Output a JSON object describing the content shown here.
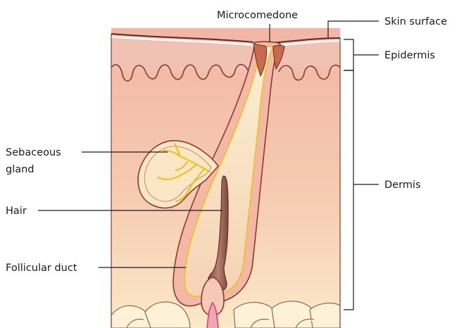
{
  "labels": {
    "microcomedone": "Microcomedone",
    "skin_surface": "Skin surface",
    "epidermis": "Epidermis",
    "dermis": "Dermis",
    "sebaceous_line1": "Sebaceous",
    "sebaceous_line2": "gland",
    "hair": "Hair",
    "follicular_duct": "Follicular duct"
  }
}
